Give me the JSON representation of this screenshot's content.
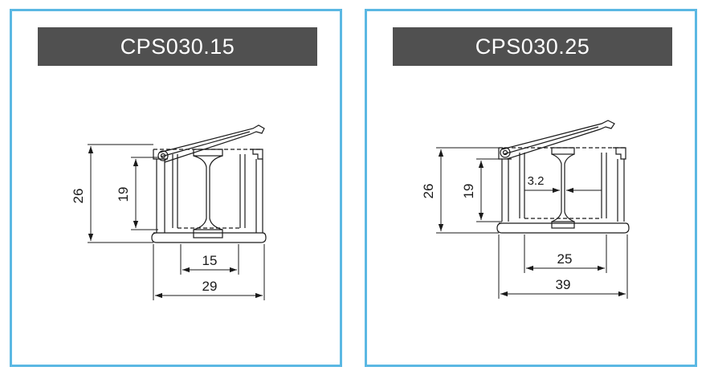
{
  "panels": [
    {
      "title": "CPS030.15",
      "dims": {
        "height_outer": "26",
        "height_inner": "19",
        "width_inner": "15",
        "width_outer": "29"
      }
    },
    {
      "title": "CPS030.25",
      "dims": {
        "height_outer": "26",
        "height_inner": "19",
        "web_thickness": "3.2",
        "width_inner": "25",
        "width_outer": "39"
      }
    }
  ],
  "colors": {
    "border": "#5bb8e3",
    "title_bg": "#505050",
    "title_text": "#ffffff",
    "line": "#1a1a1a"
  }
}
